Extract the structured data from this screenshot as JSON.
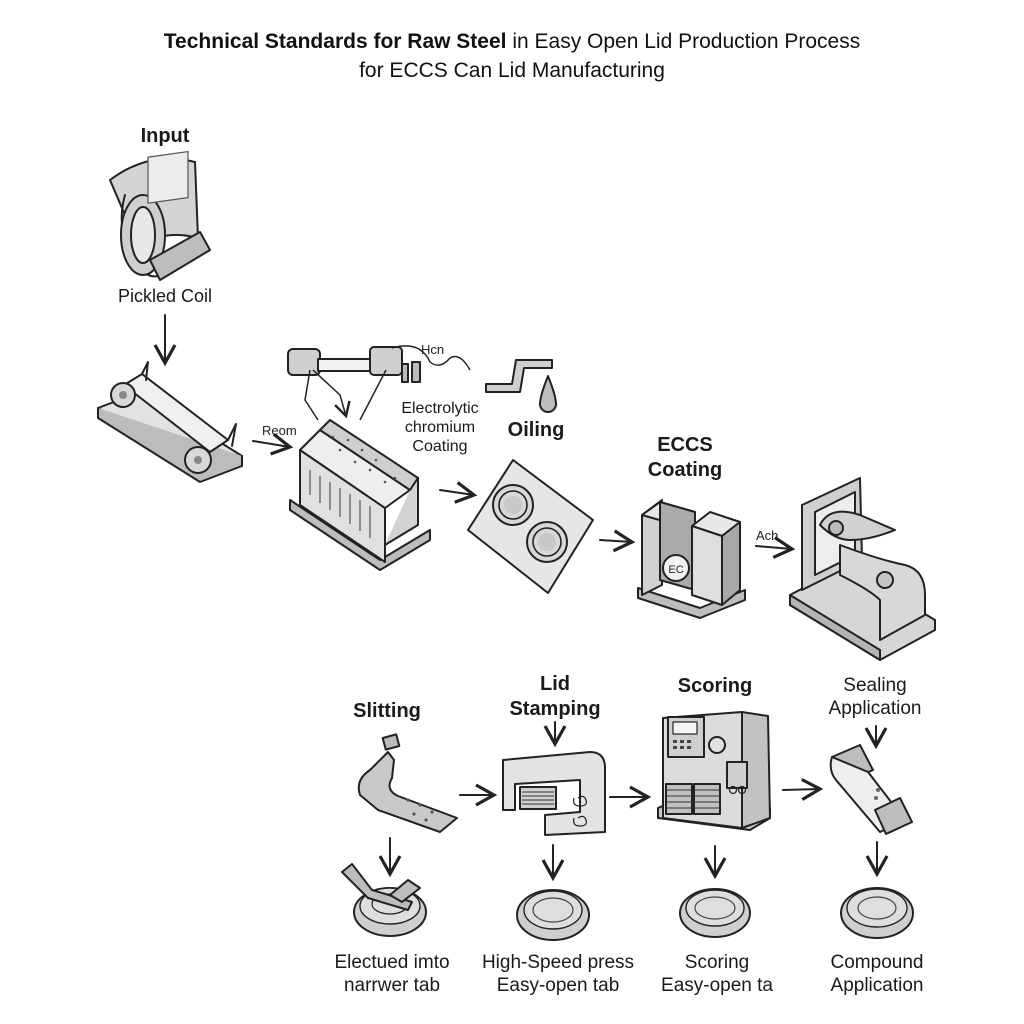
{
  "title": {
    "line1_bold": "Technical Standards for Raw Steel",
    "line1_rest": " in Easy Open Lid Production Process",
    "line2": "for ECCS Can Lid Manufacturing"
  },
  "steps": {
    "input": {
      "heading": "Input",
      "caption": "Pickled Coil"
    },
    "uncoiler": {
      "arrow_label": "Reom"
    },
    "electrolytic": {
      "label_line1": "Electrolytic",
      "label_line2": "chromium",
      "label_line3": "Coating",
      "annotation": "Hcn"
    },
    "oiling": {
      "heading": "Oiling"
    },
    "eccs": {
      "heading_line1": "ECCS",
      "heading_line2": "Coating",
      "arrow_label": "Ach",
      "emblem": "EC"
    },
    "slitting": {
      "heading": "Slitting",
      "caption_line1": "Electued imto",
      "caption_line2": "narrwer tab"
    },
    "stamping": {
      "heading_line1": "Lid",
      "heading_line2": "Stamping",
      "caption_line1": "High-Speed press",
      "caption_line2": "Easy-open tab"
    },
    "scoring": {
      "heading": "Scoring",
      "caption_line1": "Scoring",
      "caption_line2": "Easy-open ta"
    },
    "sealing": {
      "heading_line1": "Sealing",
      "heading_line2": "Application",
      "caption_line1": "Compound",
      "caption_line2": "Application"
    }
  },
  "colors": {
    "ink": "#222222",
    "metal_light": "#e4e4e4",
    "metal_mid": "#c8c8c8",
    "metal_dark": "#9a9a9a"
  }
}
